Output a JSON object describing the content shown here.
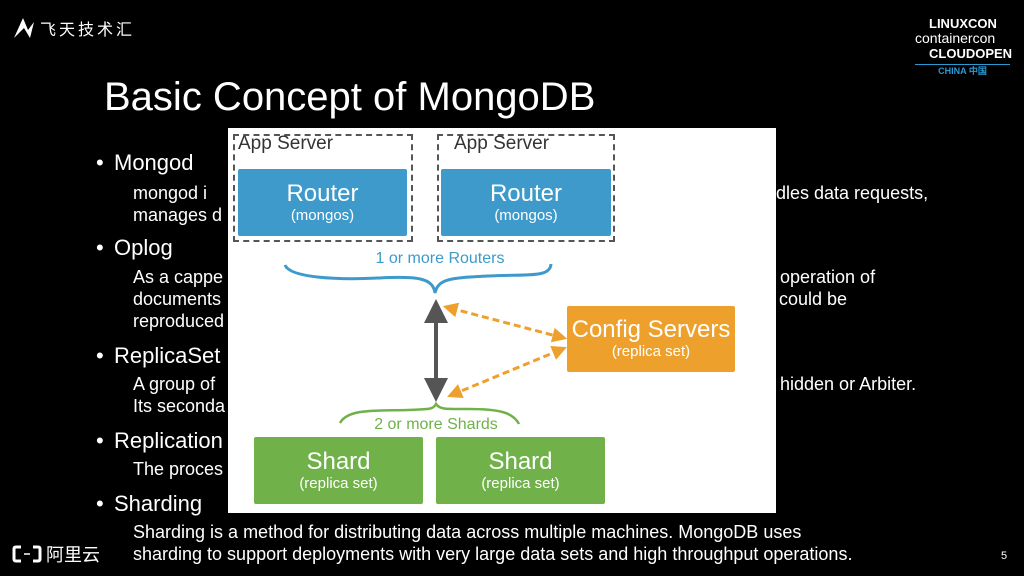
{
  "header": {
    "left_logo": {
      "text": "飞天技术汇",
      "icon": "feitian-logo-icon"
    },
    "right_logo": {
      "lines": [
        "LINUXCON",
        "containercon",
        "CLOUDOPEN",
        "CHINA 中国"
      ]
    }
  },
  "slide": {
    "title": "Basic Concept of MongoDB",
    "sections": [
      {
        "heading": "Mongod",
        "lines": [
          {
            "left": " mongod i",
            "right": "dles data requests,"
          },
          {
            "left": "manages d",
            "right": ""
          }
        ]
      },
      {
        "heading": "Oplog",
        "lines": [
          {
            "left": "As a cappe",
            "right": "operation of"
          },
          {
            "left": "documents",
            "right": "could be"
          },
          {
            "left": "reproduced",
            "right": ""
          }
        ]
      },
      {
        "heading": "ReplicaSet",
        "lines": [
          {
            "left": "A group of",
            "right": "hidden or Arbiter."
          },
          {
            "left": "Its seconda",
            "right": ""
          }
        ]
      },
      {
        "heading": "Replication",
        "lines": [
          {
            "left": "The proces",
            "right": ""
          }
        ]
      },
      {
        "heading": "Sharding",
        "lines": [
          {
            "left": "Sharding is a method for distributing data across multiple machines. MongoDB uses",
            "right": ""
          },
          {
            "left": "sharding to support deployments with very large data sets and high throughput operations.",
            "right": ""
          }
        ]
      }
    ],
    "page_number": "5"
  },
  "diagram": {
    "app_server_label": "App Server",
    "router": {
      "title": "Router",
      "subtitle": "(mongos)"
    },
    "routers_note": "1 or more Routers",
    "config": {
      "title": "Config Servers",
      "subtitle": "(replica set)"
    },
    "shards_note": "2 or more Shards",
    "shard": {
      "title": "Shard",
      "subtitle": "(replica set)"
    },
    "colors": {
      "router": "#3d9acb",
      "config": "#eea02c",
      "shard": "#70b14a",
      "arrow": "#555555"
    }
  },
  "footer": {
    "logo_text": "阿里云",
    "icon": "aliyun-logo-icon"
  }
}
